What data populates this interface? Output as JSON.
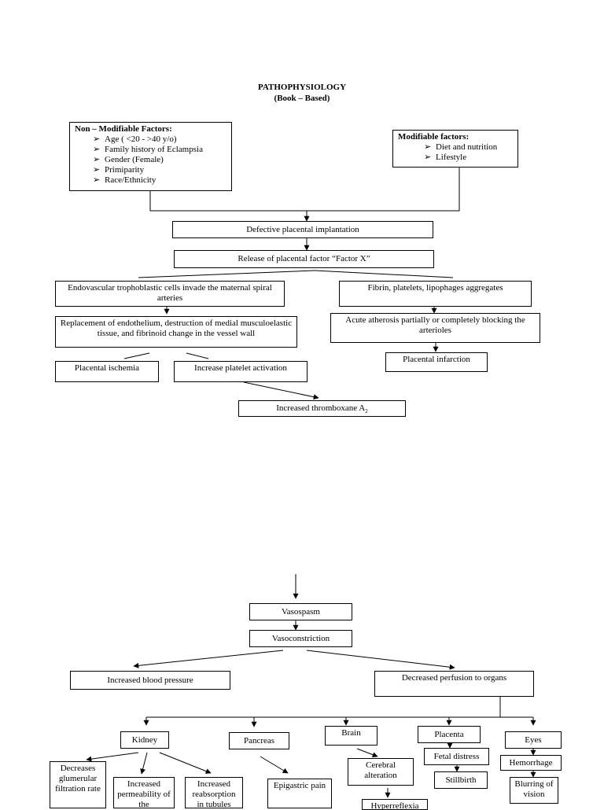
{
  "title": {
    "line1": "PATHOPHYSIOLOGY",
    "line2": "(Book – Based)"
  },
  "non_modifiable": {
    "heading": "Non – Modifiable Factors:",
    "items": [
      "Age ( <20 - >40 y/o)",
      "Family history of Eclampsia",
      "Gender (Female)",
      "Primiparity",
      "Race/Ethnicity"
    ]
  },
  "modifiable": {
    "heading": "Modifiable factors:",
    "items": [
      "Diet and nutrition",
      "Lifestyle"
    ]
  },
  "bullet_glyph": "➢",
  "nodes": {
    "defective_implantation": "Defective placental implantation",
    "factor_x": "Release of placental factor “Factor X”",
    "endovascular": "Endovascular trophoblastic cells invade the maternal spiral arteries",
    "replacement": "Replacement of endothelium, destruction of medial musculoelastic tissue, and fibrinoid change in the vessel wall",
    "placental_ischemia": "Placental ischemia",
    "platelet_activation": "Increase platelet activation",
    "thromboxane": "Increased thromboxane A",
    "thromboxane_sub": "2",
    "fibrin": "Fibrin, platelets, lipophages aggregates",
    "acute_atherosis": "Acute atherosis partially or completely blocking the arterioles",
    "placental_infarction": "Placental infarction",
    "vasospasm": "Vasospasm",
    "vasoconstriction": "Vasoconstriction",
    "increased_bp": "Increased blood pressure",
    "decreased_perfusion": "Decreased perfusion to organs",
    "kidney": "Kidney",
    "pancreas": "Pancreas",
    "brain": "Brain",
    "placenta": "Placenta",
    "eyes": "Eyes",
    "gfr": "Decreases glumerular filtration rate",
    "permeability": "Increased permeability of the",
    "reabsorption": "Increased reabsorption in tubules",
    "epigastric": "Epigastric pain",
    "cerebral": "Cerebral alteration",
    "hyperreflexia": "Hyperreflexia",
    "fetal_distress": "Fetal distress",
    "stillbirth": "Stillbirth",
    "hemorrhage": "Hemorrhage",
    "blurring": "Blurring of vision"
  }
}
